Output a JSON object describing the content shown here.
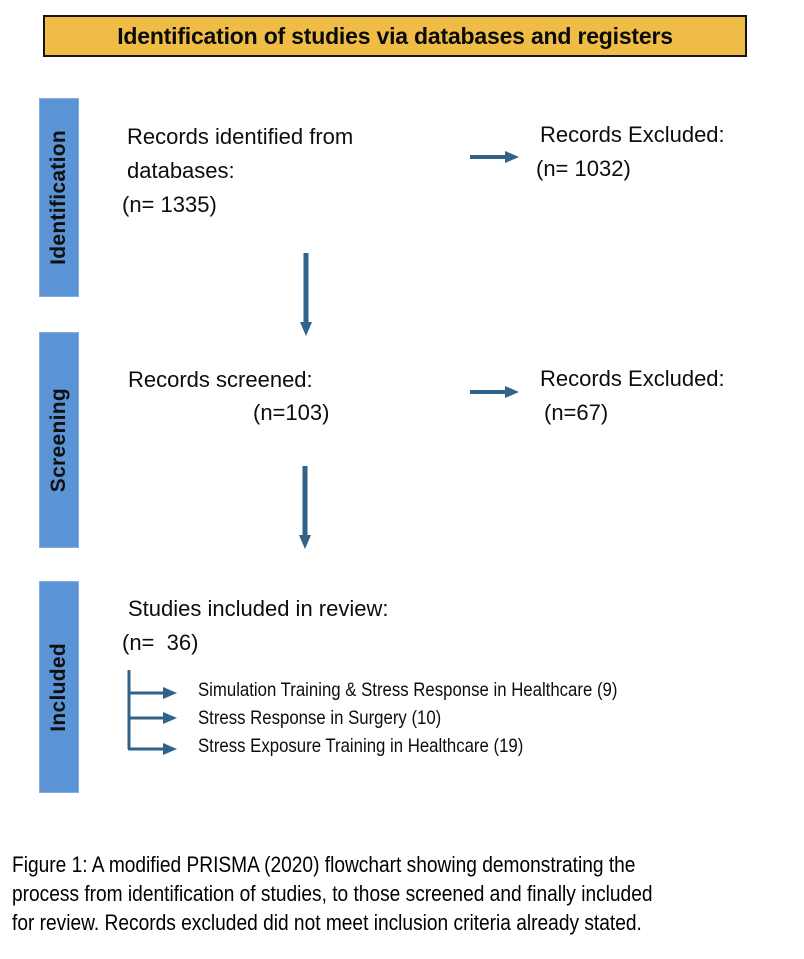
{
  "banner": {
    "title": "Identification of studies via databases and registers"
  },
  "stages": [
    {
      "label": "Identification"
    },
    {
      "label": "Screening"
    },
    {
      "label": "Included"
    }
  ],
  "nodes": {
    "identified": {
      "lines": [
        "Records identified from",
        "databases:",
        "(n= 1335)"
      ]
    },
    "excluded_identification": {
      "lines": [
        "Records Excluded:",
        "(n= 1032)"
      ]
    },
    "screened": {
      "lines": [
        "Records screened:",
        "(n=103)"
      ]
    },
    "excluded_screening": {
      "lines": [
        "Records Excluded:",
        "(n=67)"
      ]
    },
    "included": {
      "lines": [
        "Studies included in review:",
        "(n=  36)"
      ]
    },
    "included_categories": [
      "Simulation Training & Stress Response in Healthcare (9)",
      "Stress Response in Surgery (10)",
      "Stress Exposure Training in Healthcare (19)"
    ]
  },
  "caption": {
    "lines": [
      "Figure 1: A modified PRISMA (2020) flowchart showing demonstrating the",
      "process from identification of studies, to those screened and finally included",
      "for review. Records excluded did not meet inclusion criteria already stated."
    ]
  },
  "colors": {
    "banner_fill": "#EFBD45",
    "stage_fill": "#5B94D6",
    "arrow": "#31628A"
  }
}
